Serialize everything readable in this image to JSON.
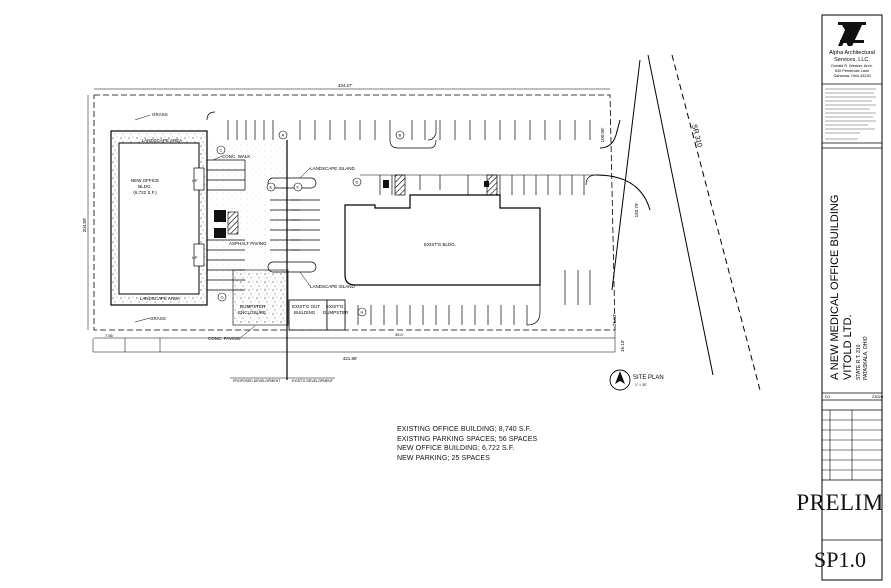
{
  "titleblock": {
    "firm_name_1": "Alpha Architectural",
    "firm_name_2": "Services, LLC.",
    "firm_person": "Donald R. Weaver, Arch.",
    "firm_address_1": "630 Pembroke Lane",
    "firm_address_2": "Gahanna, Ohio 43230",
    "project_title_1": "A NEW MEDICAL OFFICE BUILDING",
    "project_title_2": "VITOLD LTD.",
    "project_location_1": "STATE R.T. 310",
    "project_location_2": "PATASKALA, OHIO",
    "project_number": "23026",
    "drawn_by": "DJ",
    "status": "PRELIM",
    "sheet_number": "SP1.0"
  },
  "labels": {
    "grass_top": "GRASS",
    "grass_bottom": "GRASS",
    "landscape_area_top": "LANDSCAPE AREA",
    "landscape_area_bottom": "LANDSCAPE AREA",
    "new_bldg_1": "NEW OFFICE",
    "new_bldg_2": "BLDG.",
    "new_bldg_3": "(6,722 S.F.)",
    "conc_walk": "CONC. WALK",
    "landscape_island_1": "LANDSCAPE ISLAND",
    "landscape_island_2": "LANDSCAPE ISLAND",
    "asphalt_paving": "ASPHALT PAVING",
    "existing_bldg": "EXIST'G BLDG.",
    "dumpster_enclosure_1": "DUMPSTER",
    "dumpster_enclosure_2": "ENCLOSURE",
    "exist_out_bldg_1": "EXIST'G OUT",
    "exist_out_bldg_2": "BUILDING",
    "exist_dumpster_1": "EXIST'G",
    "exist_dumpster_2": "DUMPSTER",
    "conc_paving": "CONC. PAVING",
    "road": "SR 310",
    "site_plan": "SITE PLAN",
    "scale": "1\" = 30'",
    "dim_top": "434.27'",
    "dim_bottom": "421.86'",
    "dim_left": "204.89'",
    "dim_right_1": "183.79'",
    "dim_right_2": "100.00'",
    "dim_right_3": "25.63'",
    "dim_right_4": "16.13'",
    "dim_small": "7.56'",
    "dim_inner": "35.0'",
    "property_line_1": "PROPOSED DEVELOPMENT",
    "property_line_2": "EXIST'G DEVELOPMENT",
    "up_1": "UP",
    "up_2": "UP",
    "tag_a": "A",
    "tag_b": "B",
    "tag_c": "C",
    "tag_d": "D",
    "tag_e": "E",
    "tag_f": "F",
    "tag_g": "G",
    "tag_h": "H"
  },
  "notes": [
    "EXISTING OFFICE BUILDING; 8,740 S.F.",
    "EXISTING PARKING SPACES; 56 SPACES",
    "NEW OFFICE BUILDING; 6,722 S.F.",
    "NEW PARKING; 25 SPACES"
  ]
}
